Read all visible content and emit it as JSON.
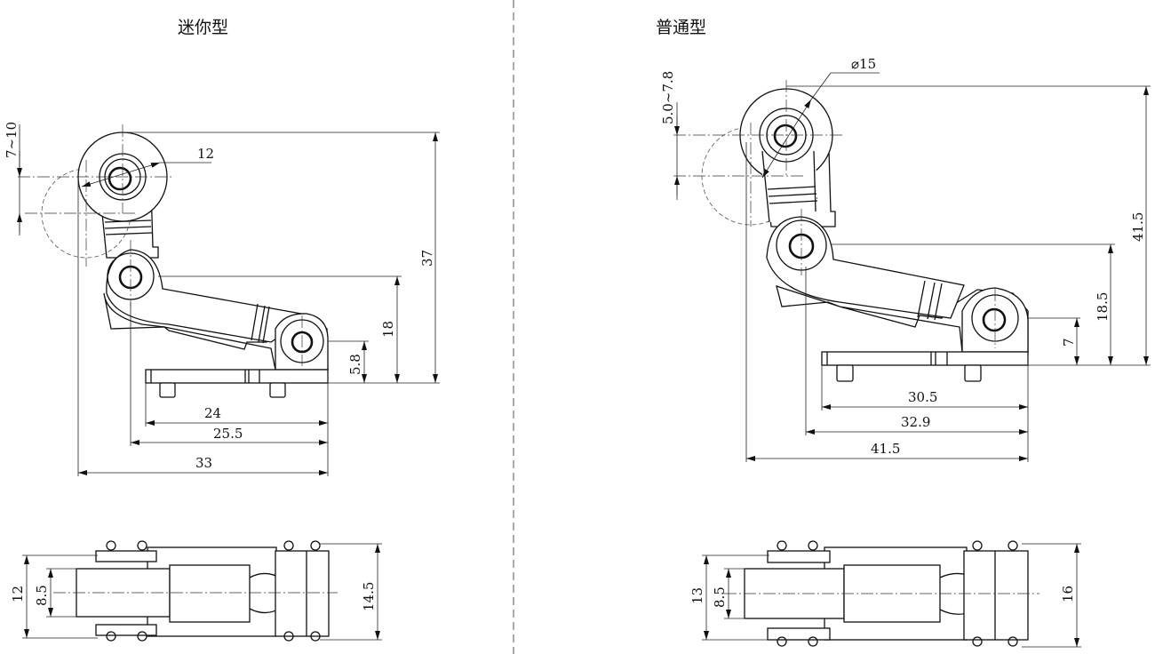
{
  "mini": {
    "title": "迷你型",
    "dims": {
      "roller_dia": "12",
      "stroke_range": "7~10",
      "total_height": "37",
      "pivot_height": "18",
      "axle_height": "5.8",
      "base_len": "24",
      "pivot_len": "25.5",
      "total_len": "33",
      "width_outer": "12",
      "width_inner": "8.5",
      "width_total": "14.5"
    }
  },
  "standard": {
    "title": "普通型",
    "dims": {
      "roller_dia": "⌀15",
      "stroke_range": "5.0~7.8",
      "total_height": "41.5",
      "pivot_height": "18.5",
      "axle_height": "7",
      "base_len": "30.5",
      "pivot_len": "32.9",
      "total_len": "41.5",
      "width_outer": "13",
      "width_inner": "8.5",
      "width_total": "16"
    }
  }
}
